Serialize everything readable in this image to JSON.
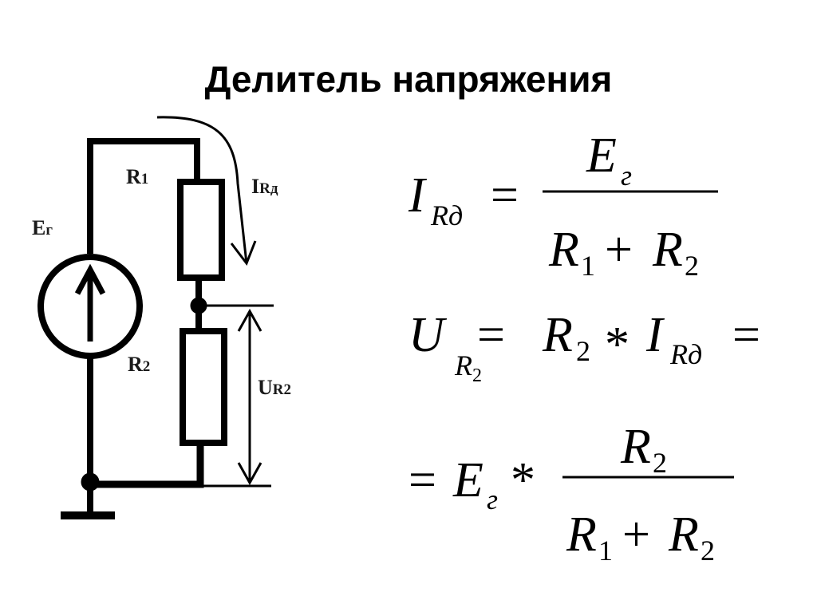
{
  "title": "Делитель напряжения",
  "circuit": {
    "source_label": "E",
    "source_sub": "г",
    "r1_label": "R",
    "r1_sub": "1",
    "r2_label": "R",
    "r2_sub": "2",
    "current_label": "I",
    "current_sub": "Rд",
    "voltage_label": "U",
    "voltage_sub": "R2"
  },
  "formulas": {
    "f1": {
      "lhs": "I",
      "lhs_sub": "Rд",
      "eq": "=",
      "num": "E",
      "num_sub": "г",
      "den_a": "R",
      "den_a_sub": "1",
      "plus": "+",
      "den_b": "R",
      "den_b_sub": "2"
    },
    "f2": {
      "lhs": "U",
      "lhs_sub": "R",
      "lhs_sub2": "2",
      "eq": "=",
      "a": "R",
      "a_sub": "2",
      "times": "*",
      "b": "I",
      "b_sub": "Rд",
      "eq2": "="
    },
    "f3": {
      "eq": "=",
      "a": "E",
      "a_sub": "г",
      "times": "*",
      "num": "R",
      "num_sub": "2",
      "den_a": "R",
      "den_a_sub": "1",
      "plus": "+",
      "den_b": "R",
      "den_b_sub": "2"
    }
  }
}
